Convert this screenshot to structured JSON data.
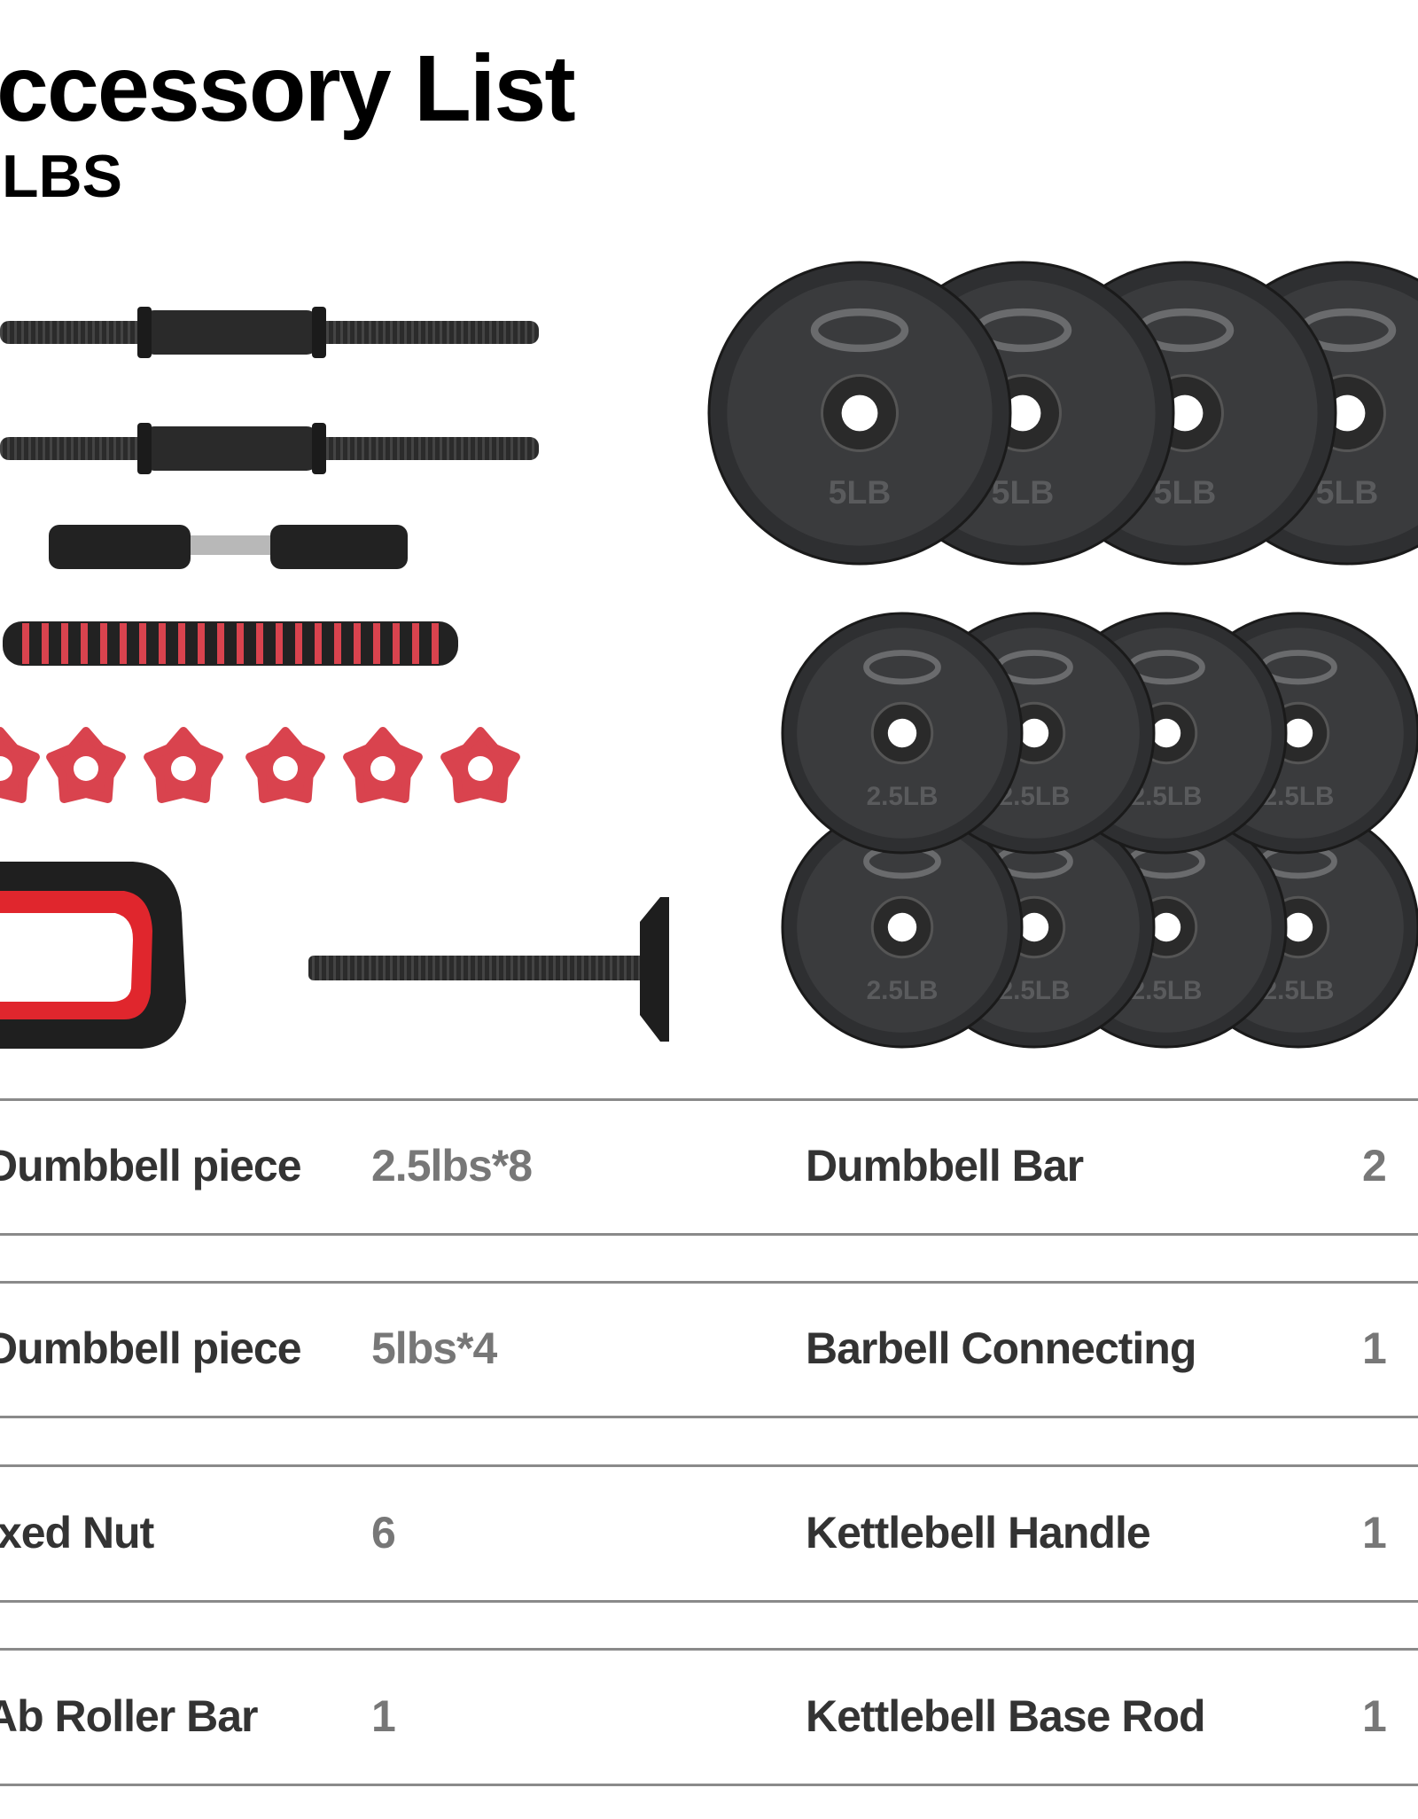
{
  "header": {
    "title": "ccessory List",
    "subtitle": "LBS"
  },
  "plates": {
    "large_label": "5LB",
    "small_label": "2.5LB"
  },
  "colors": {
    "accent_red": "#d9434e",
    "plate": "#3a3b3d",
    "text_name": "#333333",
    "text_qty": "#777777"
  },
  "table": {
    "rows": [
      {
        "left_name": "Dumbbell piece",
        "left_qty": "2.5lbs*8",
        "right_name": "Dumbbell Bar",
        "right_qty": "2"
      },
      {
        "left_name": "Dumbbell piece",
        "left_qty": "5lbs*4",
        "right_name": "Barbell Connecting",
        "right_qty": "1"
      },
      {
        "left_name": "ixed Nut",
        "left_qty": "6",
        "right_name": "Kettlebell Handle",
        "right_qty": "1"
      },
      {
        "left_name": "Ab Roller Bar",
        "left_qty": "1",
        "right_name": "Kettlebell Base Rod",
        "right_qty": "1"
      }
    ]
  }
}
